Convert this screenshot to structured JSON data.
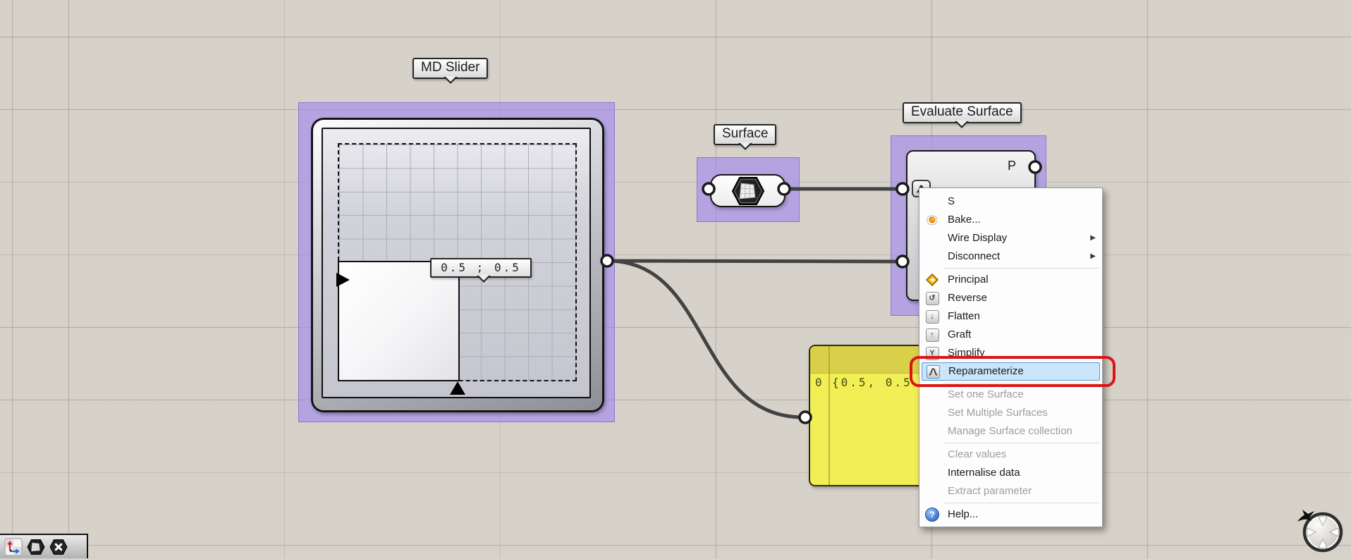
{
  "callouts": {
    "md_slider": "MD Slider",
    "surface": "Surface",
    "evaluate_surface": "Evaluate Surface"
  },
  "md_slider": {
    "value_tooltip": "0.5 ; 0.5"
  },
  "evaluate_surface": {
    "output_label": "P",
    "input_label": "S"
  },
  "panel": {
    "row_index": "0",
    "row_value": "{0.5, 0.5"
  },
  "context_menu": {
    "items": [
      {
        "label": "S",
        "enabled": true,
        "submenu": false
      },
      {
        "label": "Bake...",
        "enabled": true,
        "icon": "egg-icon",
        "submenu": false
      },
      {
        "label": "Wire Display",
        "enabled": true,
        "submenu": true
      },
      {
        "label": "Disconnect",
        "enabled": true,
        "submenu": true
      },
      {
        "label": "Principal",
        "enabled": true,
        "icon": "principal-icon",
        "submenu": false
      },
      {
        "label": "Reverse",
        "enabled": true,
        "icon": "reverse-icon",
        "submenu": false
      },
      {
        "label": "Flatten",
        "enabled": true,
        "icon": "flatten-icon",
        "submenu": false
      },
      {
        "label": "Graft",
        "enabled": true,
        "icon": "graft-icon",
        "submenu": false
      },
      {
        "label": "Simplify",
        "enabled": true,
        "icon": "simplify-icon",
        "submenu": false
      },
      {
        "label": "Reparameterize",
        "enabled": true,
        "icon": "reparameterize-icon",
        "submenu": false,
        "highlighted": true
      },
      {
        "label": "Set one Surface",
        "enabled": false
      },
      {
        "label": "Set Multiple Surfaces",
        "enabled": false
      },
      {
        "label": "Manage Surface collection",
        "enabled": false
      },
      {
        "label": "Clear values",
        "enabled": false
      },
      {
        "label": "Internalise data",
        "enabled": true
      },
      {
        "label": "Extract parameter",
        "enabled": false
      },
      {
        "label": "Help...",
        "enabled": true,
        "icon": "help-icon"
      }
    ]
  },
  "icons": {
    "submenu_arrow": "▶",
    "reverse_glyph": "↺",
    "flatten_glyph": "↓",
    "graft_glyph": "↑",
    "simplify_glyph": "Y",
    "help_glyph": "?"
  },
  "colors": {
    "canvas_bg": "#d6d2c9",
    "selection_purple": "#b9a7e2",
    "panel_yellow": "#f2ee55",
    "panel_header_yellow": "#d9d04a",
    "wire": "#424242",
    "menu_highlight_blue": "#cbe6fb",
    "annotation_red": "#de1414"
  }
}
